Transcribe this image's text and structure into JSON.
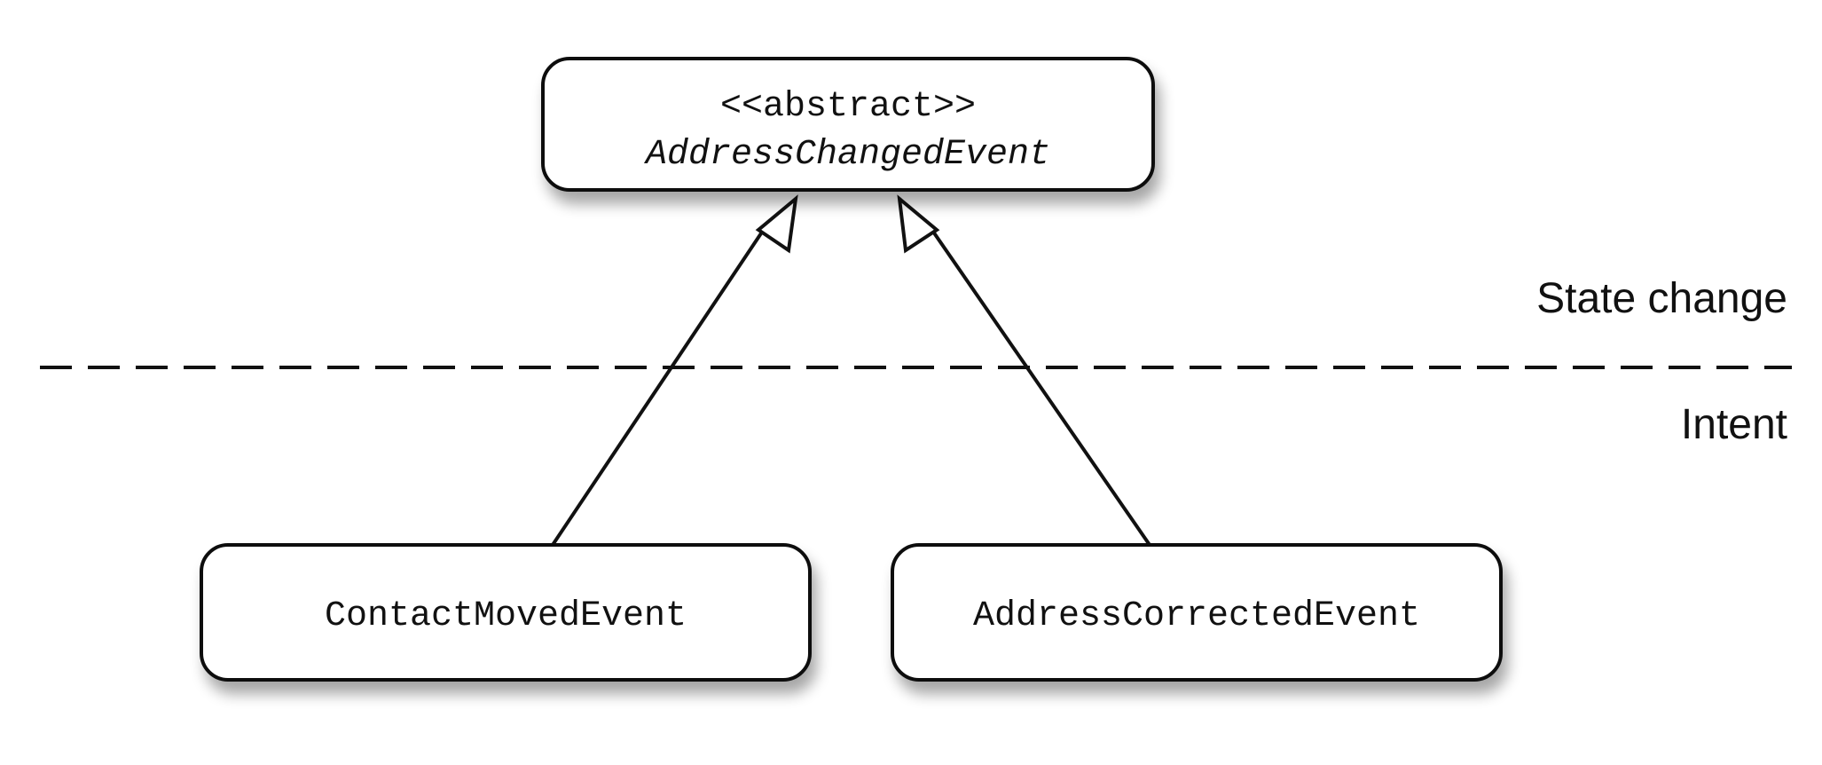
{
  "diagram": {
    "nodes": {
      "parent": {
        "stereotype": "<<abstract>>",
        "name": "AddressChangedEvent"
      },
      "child_left": {
        "name": "ContactMovedEvent"
      },
      "child_right": {
        "name": "AddressCorrectedEvent"
      }
    },
    "regions": {
      "upper": "State change",
      "lower": "Intent"
    },
    "colors": {
      "stroke": "#111111",
      "fill": "#ffffff",
      "text": "#111111"
    }
  }
}
